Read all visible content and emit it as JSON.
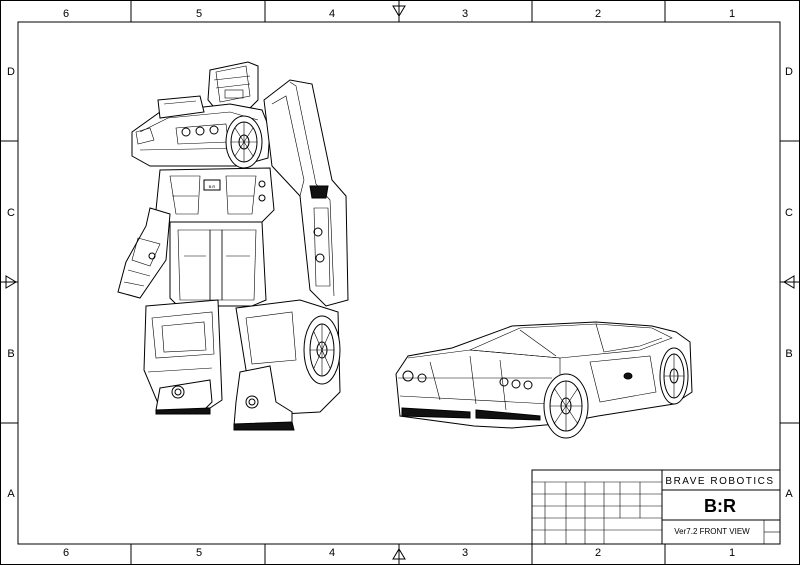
{
  "border": {
    "columns_top": [
      "6",
      "5",
      "4",
      "3",
      "2",
      "1"
    ],
    "columns_bottom": [
      "6",
      "5",
      "4",
      "3",
      "2",
      "1"
    ],
    "rows_left": [
      "D",
      "C",
      "B",
      "A"
    ],
    "rows_right": [
      "D",
      "C",
      "B",
      "A"
    ]
  },
  "title_block": {
    "company": "BRAVE ROBOTICS",
    "logo": "B:R",
    "drawing_title": "Ver7.2 FRONT VIEW"
  },
  "drawings": {
    "robot_badge": "B:R"
  }
}
